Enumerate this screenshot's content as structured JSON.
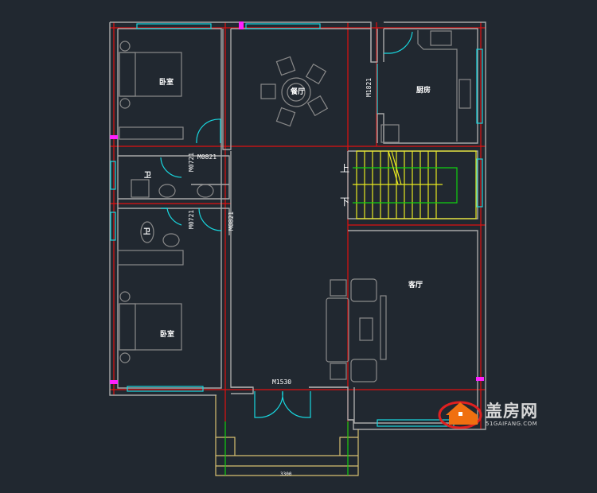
{
  "rooms": {
    "bedroom_top": "卧室",
    "bedroom_bottom": "卧室",
    "dining": "餐厅",
    "kitchen": "厨房",
    "bath_top": "卫",
    "bath_bottom": "卫",
    "living": "客厅"
  },
  "stairs": {
    "up": "上",
    "down": "下"
  },
  "doors": {
    "kitchen_door": "M1821",
    "bath_top_door": "M0721",
    "bedroom_top_door": "M0821",
    "bath_bottom_door": "M0721",
    "bedroom_bottom_door": "M0821",
    "entry_door": "M1530"
  },
  "porch_dimension": "3300",
  "watermark": {
    "name": "盖房网",
    "url": "51GAIFANG.COM"
  },
  "colors": {
    "background": "#212830",
    "axis": "#e01010",
    "wall": "#a8a8a8",
    "window": "#18d8e0",
    "stair": "#e8e820"
  }
}
